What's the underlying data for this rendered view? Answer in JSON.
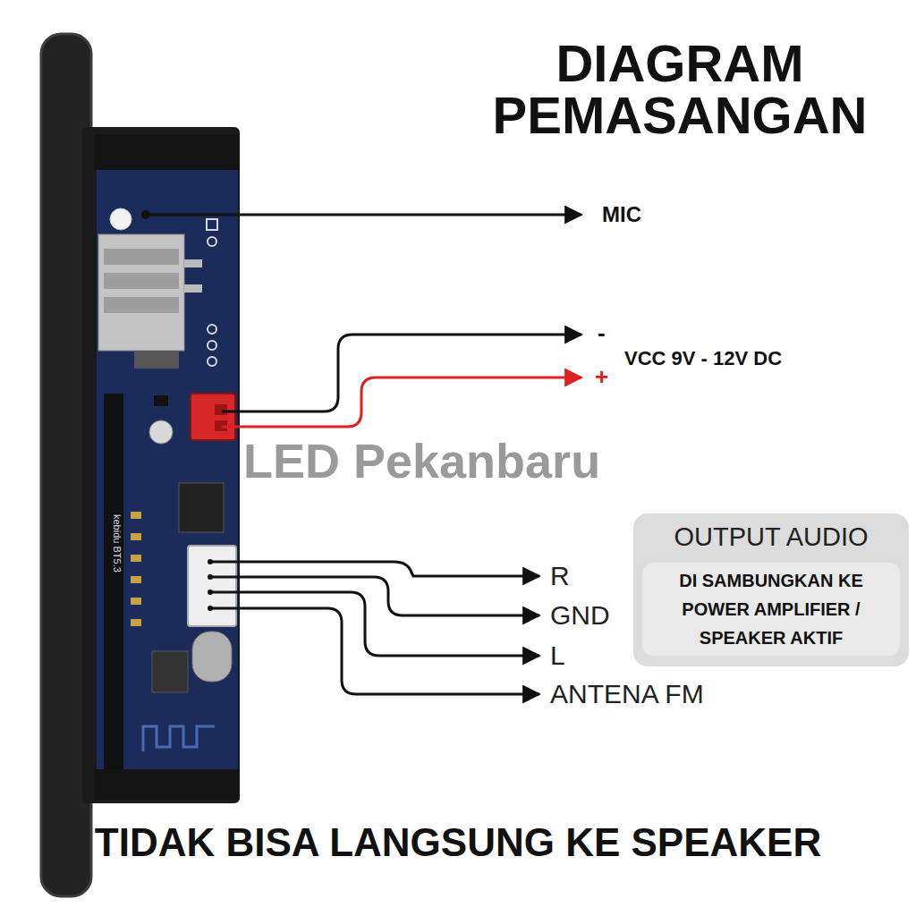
{
  "diagram": {
    "title": "DIAGRAM PEMASANGAN",
    "caption": "TIDAK BISA LANGSUNG KE SPEAKER",
    "nodes": [
      {
        "text": [
          "OUTPUT AUDIO",
          "DI SAMBUNGKAN KE POWER AMPLIFIER / SPEAKER AKTIF"
        ]
      }
    ],
    "labels": [
      "MIC",
      "-",
      "VCC 9V - 12V DC",
      "+",
      "LED Pekanbaru",
      "kebidu BT5.3",
      "R",
      "GND",
      "L",
      "ANTENA FM"
    ]
  }
}
